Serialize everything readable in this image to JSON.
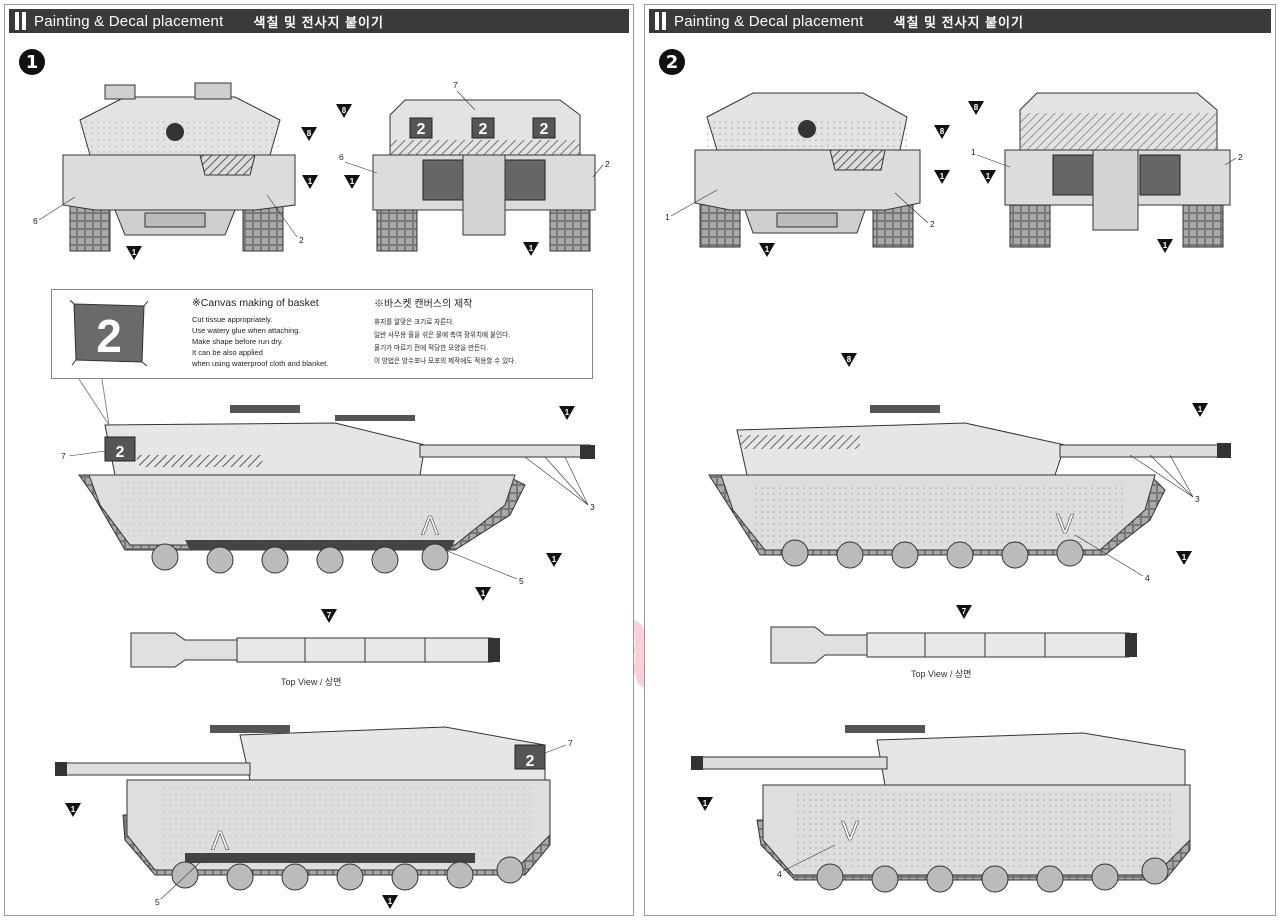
{
  "pages": [
    {
      "header": {
        "title_en": "Painting & Decal placement",
        "title_ko": "색칠 및 전사지 붙이기"
      },
      "step": "1",
      "markers": {
        "m1": "1",
        "m8": "8",
        "m7": "7"
      },
      "callouts": {
        "c2": "2",
        "c3": "3",
        "c5": "5",
        "c6": "6",
        "c7": "7"
      },
      "turret_numbers": [
        "2",
        "2",
        "2"
      ],
      "canvas_box": {
        "glyph": "2",
        "title_en": "※Canvas making of basket",
        "lines_en": [
          "Cut tissue appropriately.",
          "Use watery glue when attaching.",
          "Make shape before run dry.",
          "It can be also applied",
          "when using waterproof cloth and blanket."
        ],
        "title_ko": "※바스켓 캔버스의 제작",
        "lines_ko": [
          "휴지를 알맞은 크기로 자른다.",
          "일반 사무용 풀을 섞은 물에 축여 장위치에 붙인다.",
          "물기가 마르기 전에 적당한 모양을 만든다.",
          "이 방법은 방수포나 모포의 제작에도 적용할 수 있다."
        ]
      },
      "chevron": "Λ",
      "top_view_label": "Top View / 상면"
    },
    {
      "header": {
        "title_en": "Painting & Decal placement",
        "title_ko": "색칠 및 전사지 붙이기"
      },
      "step": "2",
      "markers": {
        "m1": "1",
        "m8": "8",
        "m7": "7"
      },
      "callouts": {
        "c1": "1",
        "c2": "2",
        "c3": "3",
        "c4": "4"
      },
      "chevron": "V",
      "top_view_label": "Top View / 상면"
    }
  ],
  "watermark": "modelartikl.cz",
  "colors": {
    "header_bg": "#3a3a3a",
    "tank_fill": "#dcdcdc",
    "track": "#555555",
    "watermark": "#f0283c"
  }
}
